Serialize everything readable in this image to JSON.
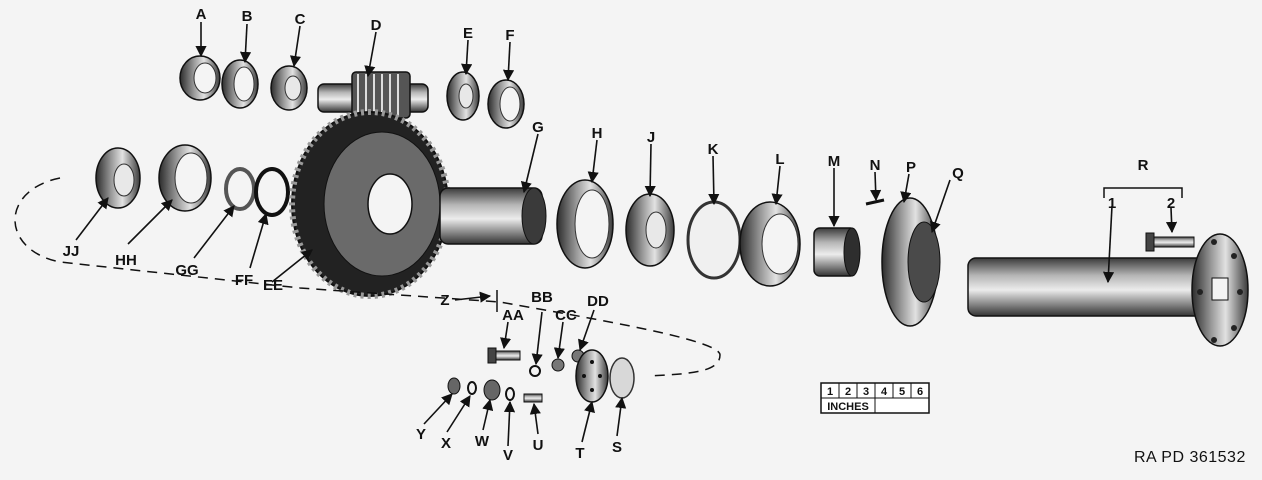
{
  "figure": {
    "reference": "RA PD 361532",
    "scale": {
      "digits": [
        "1",
        "2",
        "3",
        "4",
        "5",
        "6"
      ],
      "unit_label": "INCHES"
    },
    "callouts": {
      "A": "A",
      "B": "B",
      "C": "C",
      "D": "D",
      "E": "E",
      "F": "F",
      "G": "G",
      "H": "H",
      "J": "J",
      "K": "K",
      "L": "L",
      "M": "M",
      "N": "N",
      "P": "P",
      "Q": "Q",
      "R": "R",
      "R1": "1",
      "R2": "2",
      "S": "S",
      "T": "T",
      "U": "U",
      "V": "V",
      "W": "W",
      "X": "X",
      "Y": "Y",
      "Z": "Z",
      "AA": "AA",
      "BB": "BB",
      "CC": "CC",
      "DD": "DD",
      "EE": "EE",
      "FF": "FF",
      "GG": "GG",
      "HH": "HH",
      "JJ": "JJ"
    }
  },
  "colors": {
    "ink": "#111111",
    "metal": "#5a5a5a",
    "metal_dark": "#2a2a2a",
    "metal_light": "#cfcfcf"
  }
}
